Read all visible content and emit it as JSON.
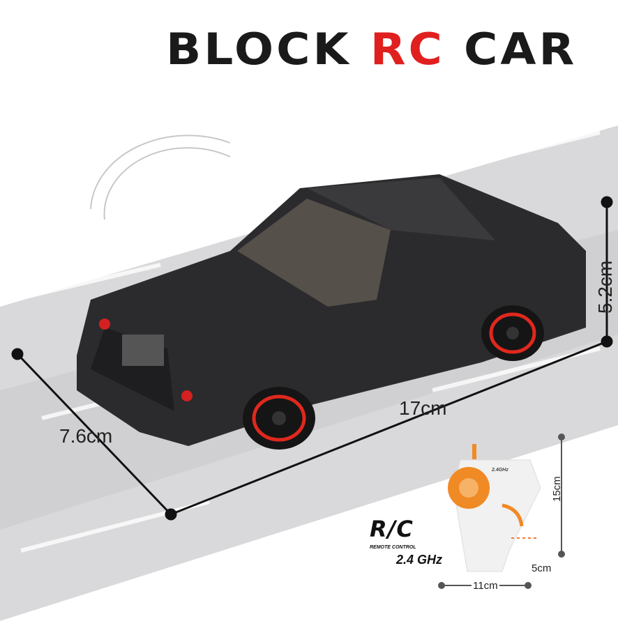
{
  "title": {
    "word1": "BLOCK",
    "word2": "RC",
    "word3": "CAR"
  },
  "colors": {
    "accent_red": "#e01f1f",
    "remote_orange": "#f08a24",
    "car_body": "#2b2b2d",
    "road_grey": "#d7d7d9"
  },
  "car_dimensions": {
    "length": "17cm",
    "width": "7.6cm",
    "height": "5.2cm"
  },
  "remote": {
    "logo": "R/C",
    "logo_caption_left": "REMOTE",
    "logo_caption_right": "CONTROL",
    "frequency": "2.4 GHz",
    "body_label": "2.4GHz",
    "height": "15cm",
    "width": "11cm",
    "depth": "5cm"
  }
}
